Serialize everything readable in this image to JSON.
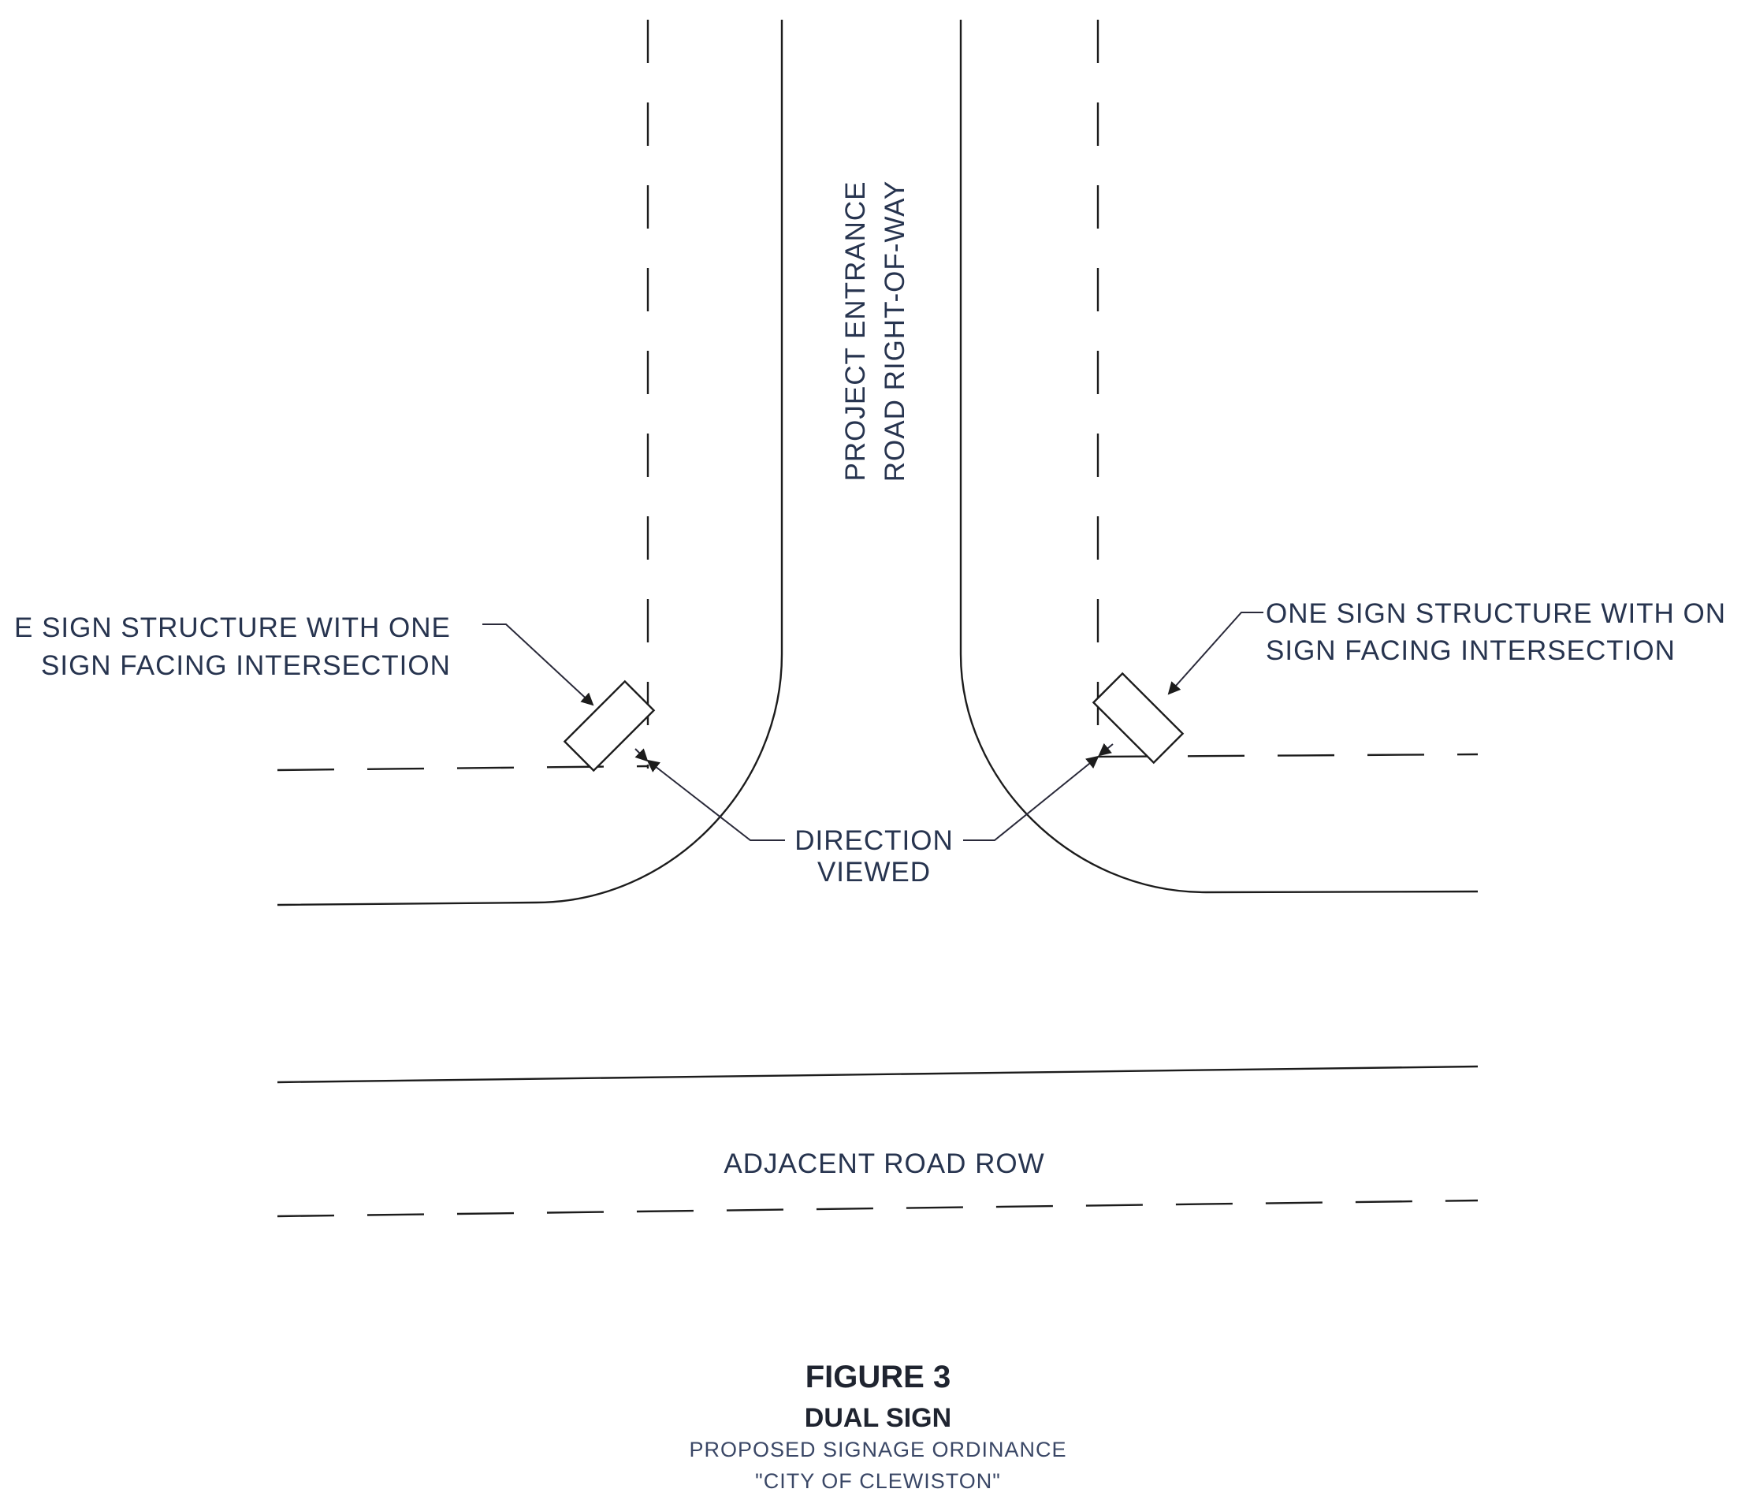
{
  "labels": {
    "entrance_road_line1": "PROJECT ENTRANCE",
    "entrance_road_line2": "ROAD RIGHT-OF-WAY",
    "left_sign_line1": "E SIGN STRUCTURE WITH ONE",
    "left_sign_line2": "SIGN FACING INTERSECTION",
    "right_sign_line1": "ONE SIGN STRUCTURE WITH ON",
    "right_sign_line2": "SIGN FACING INTERSECTION",
    "direction_line1": "DIRECTION",
    "direction_line2": "VIEWED",
    "adjacent_road": "ADJACENT ROAD ROW"
  },
  "caption": {
    "title": "FIGURE 3",
    "subtitle": "DUAL SIGN",
    "line3": "PROPOSED SIGNAGE ORDINANCE",
    "line4": "\"CITY OF CLEWISTON\""
  }
}
